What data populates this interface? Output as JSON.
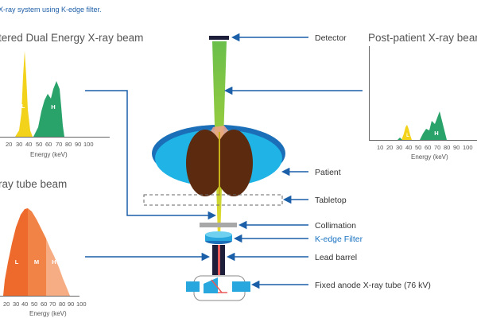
{
  "caption": "X-ray system using K-edge filter.",
  "panels": {
    "filtered": {
      "title": "tered Dual Energy X-ray beam",
      "peak_low": "L",
      "peak_high": "H",
      "ticks": [
        "20",
        "30",
        "40",
        "50",
        "60",
        "70",
        "80",
        "90",
        "100"
      ],
      "axis_label": "Energy (keV)"
    },
    "post_patient": {
      "title": "Post-patient X-ray beam",
      "peak_low": "L",
      "peak_high": "H",
      "ticks": [
        "10",
        "20",
        "30",
        "40",
        "50",
        "60",
        "70",
        "80",
        "90",
        "100"
      ],
      "axis_label": "Energy (keV)"
    },
    "tube": {
      "title": "ray tube beam",
      "peak_low": "L",
      "peak_mid": "M",
      "peak_high": "H",
      "ticks": [
        "20",
        "30",
        "40",
        "50",
        "60",
        "70",
        "80",
        "90",
        "100"
      ],
      "axis_label": "Energy (keV)"
    }
  },
  "labels": {
    "detector": "Detector",
    "patient": "Patient",
    "tabletop": "Tabletop",
    "collimation": "Collimation",
    "kedge_filter": "K-edge Filter",
    "lead_barrel": "Lead barrel",
    "xray_tube": "Fixed anode X-ray tube (76 kV)"
  },
  "colors": {
    "caption_blue": "#1f5fa8",
    "arrow_blue": "#1a5fa8",
    "low_yellow": "#f2d21b",
    "high_green": "#2aa36b",
    "tube_orange": "#ee6a2c",
    "patient_cyan": "#1fb3e6",
    "patient_navy": "#1b6fb8",
    "organ_brown": "#5c2a0e",
    "filter_blue": "#27a7dd"
  }
}
